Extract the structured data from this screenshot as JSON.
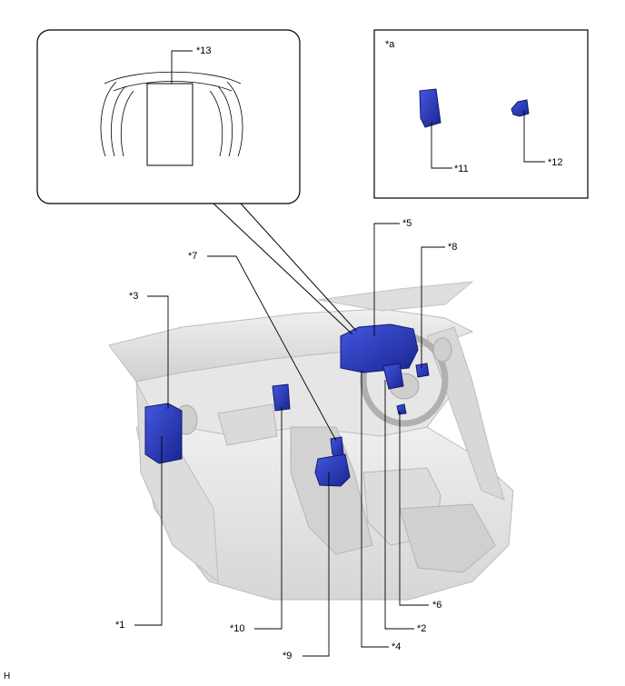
{
  "labels": {
    "c1": "*1",
    "c2": "*2",
    "c3": "*3",
    "c4": "*4",
    "c5": "*5",
    "c6": "*6",
    "c7": "*7",
    "c8": "*8",
    "c9": "*9",
    "c10": "*10",
    "c11": "*11",
    "c12": "*12",
    "c13": "*13",
    "ca": "*a"
  },
  "corner_mark": "H",
  "colors": {
    "component": "#2a3bbf",
    "component_dark": "#16207a",
    "interior": "#e4e4e4",
    "interior_shadow": "#c9c9c9",
    "outline": "#000000"
  }
}
